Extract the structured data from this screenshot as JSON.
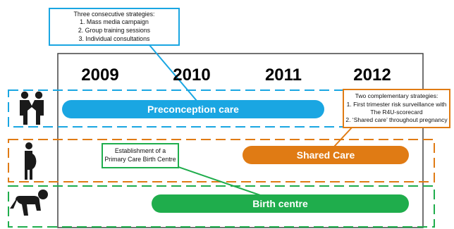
{
  "colors": {
    "preconception": "#1aa6e2",
    "shared": "#e07b14",
    "birth": "#1fad4c",
    "frame": "#444444"
  },
  "years": [
    "2009",
    "2010",
    "2011",
    "2012"
  ],
  "bars": {
    "preconception": "Preconception care",
    "shared": "Shared Care",
    "birth": "Birth centre"
  },
  "callouts": {
    "preconception": {
      "title": "Three consecutive strategies:",
      "items": [
        "1. Mass media campaign",
        "2. Group training sessions",
        "3. Individual consultations"
      ]
    },
    "shared": {
      "title": "Two complementary strategies:",
      "items": [
        "1. First trimester risk surveillance with",
        "The R4U-scorecard",
        "2. ‘Shared care’ throughout pregnancy"
      ]
    },
    "birth": {
      "lines": [
        "Establishment of a",
        "Primary Care Birth Centre"
      ]
    }
  },
  "icons": {
    "preconception": "couple-icon",
    "shared": "pregnant-woman-icon",
    "birth": "crawling-baby-icon"
  }
}
